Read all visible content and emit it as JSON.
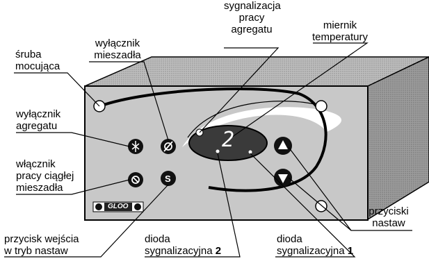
{
  "labels": {
    "sruba": [
      "śruba",
      "mocująca"
    ],
    "wylacznik_mieszadla": [
      "wyłącznik",
      "mieszadła"
    ],
    "sygnalizacja": [
      "sygnalizacja",
      "pracy",
      "agregatu"
    ],
    "miernik": [
      "miernik",
      "temperatury"
    ],
    "wylacznik_agregatu": [
      "wyłącznik",
      "agregatu"
    ],
    "wlacznik_pracy": [
      "włącznik",
      "pracy ciągłej",
      "mieszadła"
    ],
    "przyciski": [
      "przyciski",
      "nastaw"
    ],
    "przycisk_wejscia": [
      "przycisk wejścia",
      "w tryb nastaw"
    ],
    "dioda2": {
      "line1": "dioda",
      "line2": "sygnalizacyjna ",
      "num": "2"
    },
    "dioda1": {
      "line1": "dioda",
      "line2": "sygnalizacyjna ",
      "num": "1"
    }
  },
  "device": {
    "display_value": "2",
    "button_s_label": "S",
    "logo_text": "GLOO",
    "up_icon": "triangle-up-icon",
    "down_icon": "triangle-down-icon",
    "compressor_icon": "compressor-icon",
    "mixer_off_icon": "mixer-off-icon",
    "continuous_icon": "continuous-icon"
  }
}
